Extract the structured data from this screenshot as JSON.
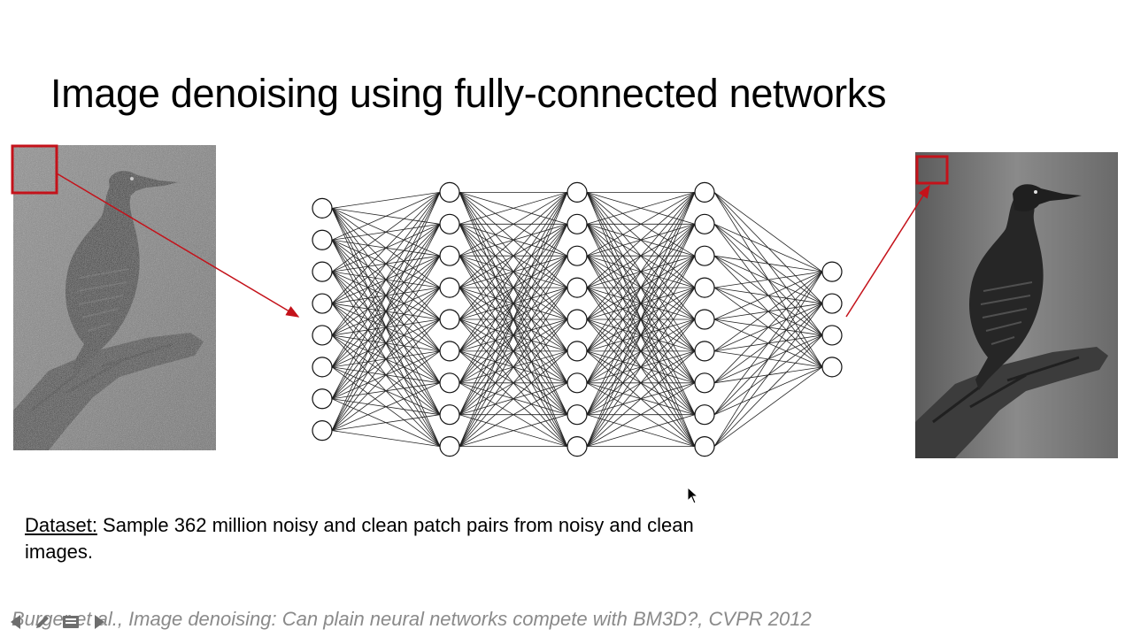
{
  "slide": {
    "title": "Image denoising using fully-connected networks",
    "dataset_label": "Dataset:",
    "dataset_text": " Sample 362 million noisy and clean patch pairs from noisy and clean images.",
    "citation": "Burger et al., Image denoising: Can plain neural networks compete with BM3D?, CVPR 2012"
  },
  "network": {
    "layer_sizes": [
      8,
      9,
      9,
      9,
      4
    ]
  },
  "colors": {
    "highlight_red": "#c4121a",
    "arrow_red": "#c4121a",
    "citation_gray": "#8a8a8a",
    "edge_color": "#222222"
  },
  "icons": {
    "prev": "prev-arrow-icon",
    "edit": "pen-icon",
    "menu": "menu-icon",
    "next": "next-arrow-icon"
  }
}
